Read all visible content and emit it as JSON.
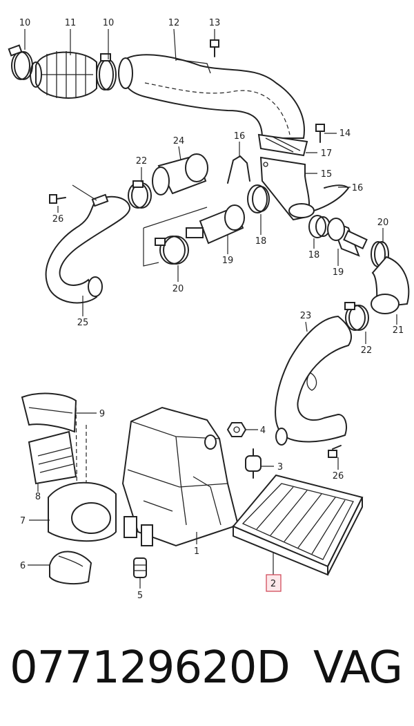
{
  "callouts": {
    "c10a": "10",
    "c11": "11",
    "c10b": "10",
    "c12": "12",
    "c13": "13",
    "c14": "14",
    "c17": "17",
    "c15": "15",
    "c16a": "16",
    "c16b": "16",
    "c24": "24",
    "c22a": "22",
    "c26a": "26",
    "c18a": "18",
    "c19a": "19",
    "c20a": "20",
    "c25": "25",
    "c18b": "18",
    "c19b": "19",
    "c20b": "20",
    "c21": "21",
    "c23": "23",
    "c22b": "22",
    "c26b": "26",
    "c9": "9",
    "c8": "8",
    "c7": "7",
    "c6": "6",
    "c4": "4",
    "c3": "3",
    "c1": "1",
    "c5": "5",
    "c2": "2"
  },
  "highlighted_callout": "2",
  "footer": {
    "part_number": "077129620D",
    "brand": "VAG"
  }
}
